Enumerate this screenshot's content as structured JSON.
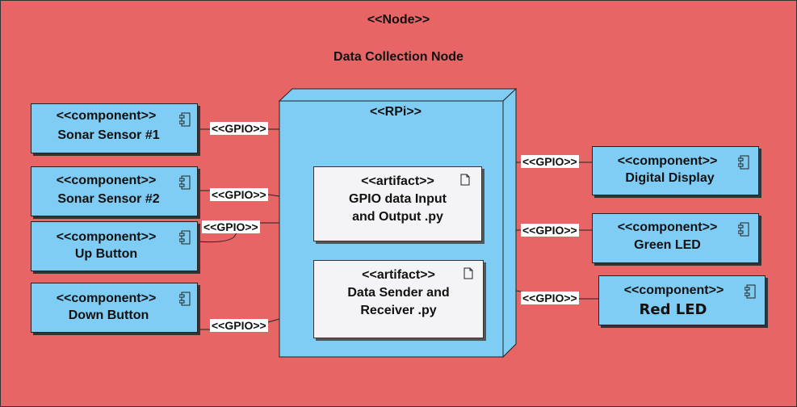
{
  "node": {
    "stereotype": "<<Node>>",
    "name": "Data Collection Node"
  },
  "rpi": {
    "stereotype": "<<RPi>>"
  },
  "artifacts": [
    {
      "stereotype": "<<artifact>>",
      "line1": "GPIO data Input",
      "line2": "and Output .py"
    },
    {
      "stereotype": "<<artifact>>",
      "line1": "Data Sender and",
      "line2": "Receiver .py"
    }
  ],
  "components_left": [
    {
      "stereotype": "<<component>>",
      "name": "Sonar Sensor #1"
    },
    {
      "stereotype": "<<component>>",
      "name": "Sonar Sensor #2"
    },
    {
      "stereotype": "<<component>>",
      "name": "Up Button"
    },
    {
      "stereotype": "<<component>>",
      "name": "Down Button"
    }
  ],
  "components_right": [
    {
      "stereotype": "<<component>>",
      "name": "Digital Display"
    },
    {
      "stereotype": "<<component>>",
      "name": "Green LED"
    },
    {
      "stereotype": "<<component>>",
      "name": "Red LED"
    }
  ],
  "connector_label": "<<GPIO>>",
  "colors": {
    "node_bg": "#e86566",
    "component_bg": "#7fcdf4",
    "artifact_bg": "#f4f3f5"
  }
}
